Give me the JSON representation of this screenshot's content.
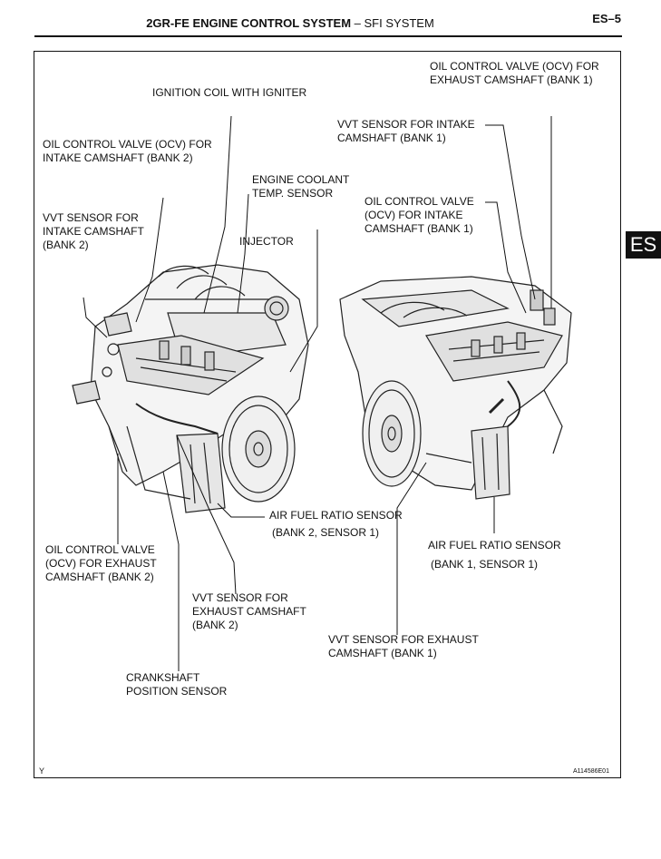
{
  "header": {
    "title_main": "2GR-FE ENGINE CONTROL SYSTEM",
    "title_dash": "–",
    "title_sub": "SFI SYSTEM",
    "page": "ES–5",
    "tab": "ES"
  },
  "labels": {
    "ignition_coil": "IGNITION COIL WITH IGNITER",
    "ocv_intake_b2": [
      "OIL CONTROL VALVE (OCV) FOR",
      "INTAKE CAMSHAFT (BANK 2)"
    ],
    "coolant_sensor": [
      "ENGINE COOLANT",
      "TEMP. SENSOR"
    ],
    "vvt_intake_b2": [
      "VVT SENSOR FOR",
      "INTAKE CAMSHAFT",
      "(BANK 2)"
    ],
    "injector": "INJECTOR",
    "ocv_exhaust_b1": [
      "OIL CONTROL VALVE (OCV) FOR",
      "EXHAUST CAMSHAFT (BANK 1)"
    ],
    "vvt_intake_b1": [
      "VVT SENSOR FOR INTAKE",
      "CAMSHAFT (BANK 1)"
    ],
    "ocv_intake_b1": [
      "OIL CONTROL VALVE",
      "(OCV) FOR INTAKE",
      "CAMSHAFT (BANK 1)"
    ],
    "af_sensor_b2": [
      "AIR FUEL RATIO SENSOR",
      "(BANK 2, SENSOR 1)"
    ],
    "af_sensor_b1": [
      "AIR FUEL RATIO SENSOR",
      "(BANK 1, SENSOR 1)"
    ],
    "ocv_exhaust_b2": [
      "OIL CONTROL VALVE",
      "(OCV) FOR EXHAUST",
      "CAMSHAFT (BANK 2)"
    ],
    "vvt_exhaust_b2": [
      "VVT SENSOR FOR",
      "EXHAUST CAMSHAFT",
      "(BANK 2)"
    ],
    "vvt_exhaust_b1": [
      "VVT SENSOR FOR EXHAUST",
      "CAMSHAFT (BANK 1)"
    ],
    "crankshaft_sensor": [
      "CRANKSHAFT",
      "POSITION SENSOR"
    ]
  },
  "footer": {
    "left_mark": "Y",
    "figure_code": "A114586E01"
  }
}
